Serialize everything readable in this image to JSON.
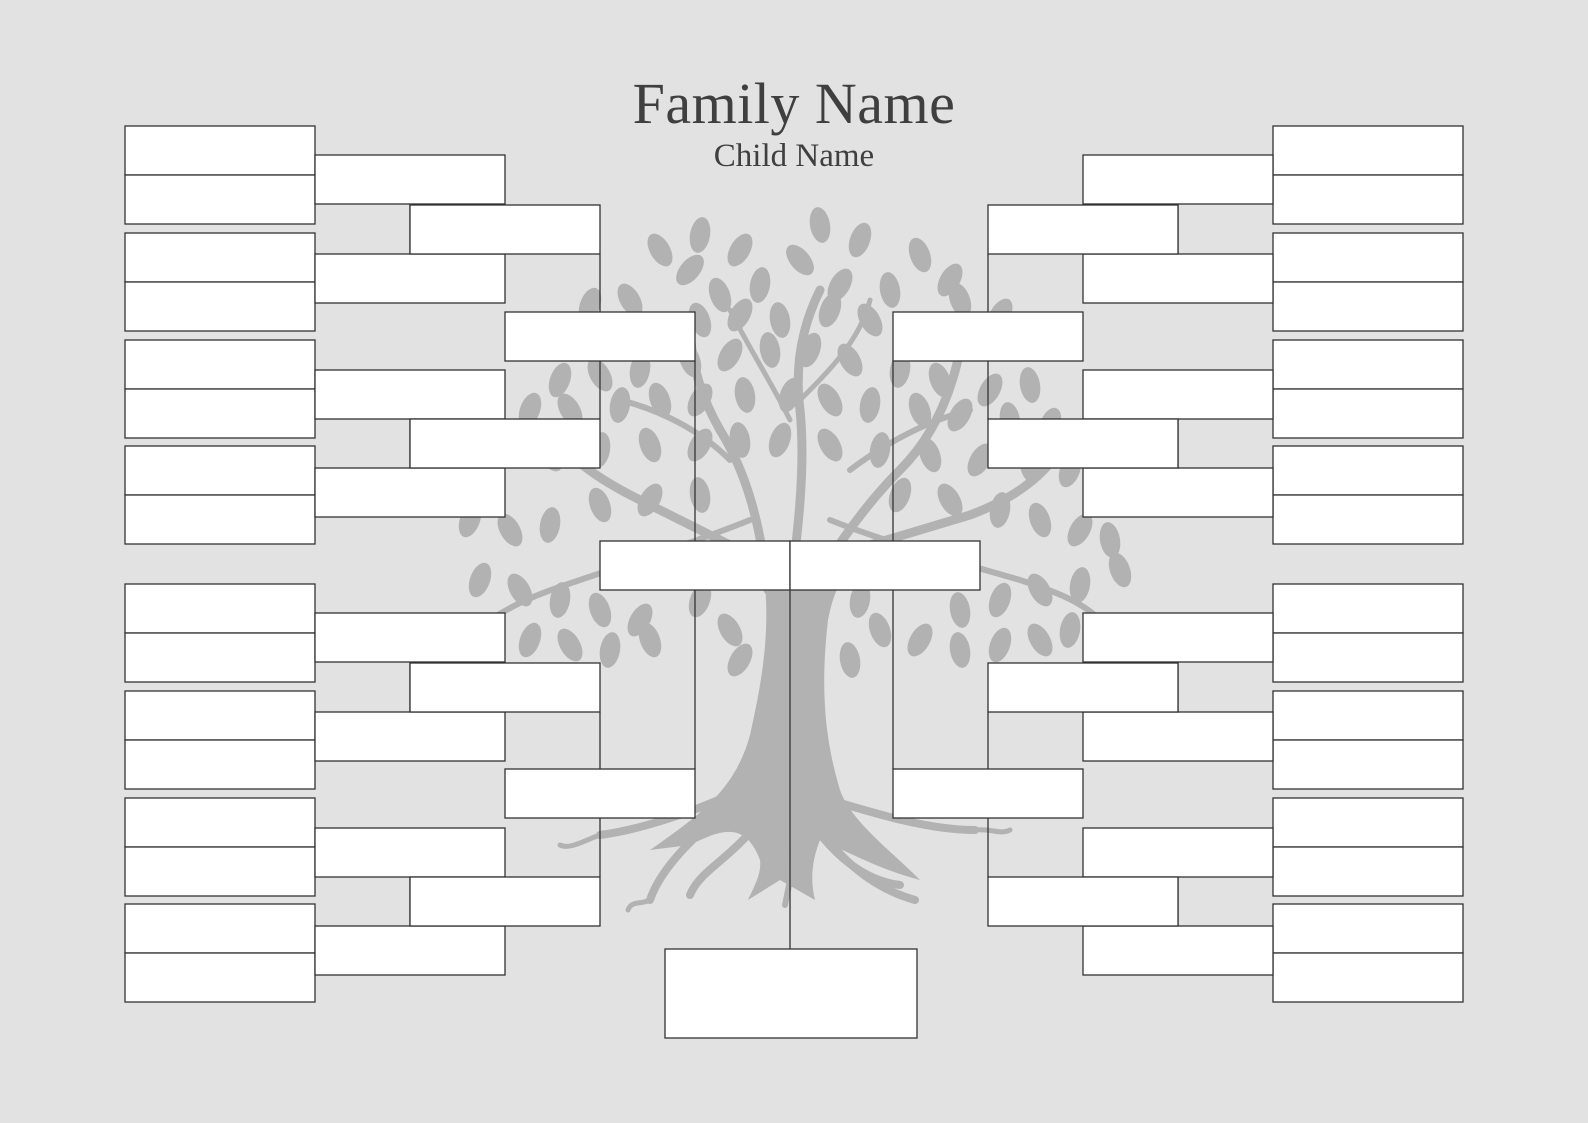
{
  "title": "Family Name",
  "subtitle": "Child Name",
  "colors": {
    "background": "#e2e2e2",
    "box_fill": "#ffffff",
    "box_stroke": "#333333",
    "tree": "#b2b2b2",
    "text": "#3f3f3f"
  },
  "tree_icon": "tree-silhouette-with-roots"
}
